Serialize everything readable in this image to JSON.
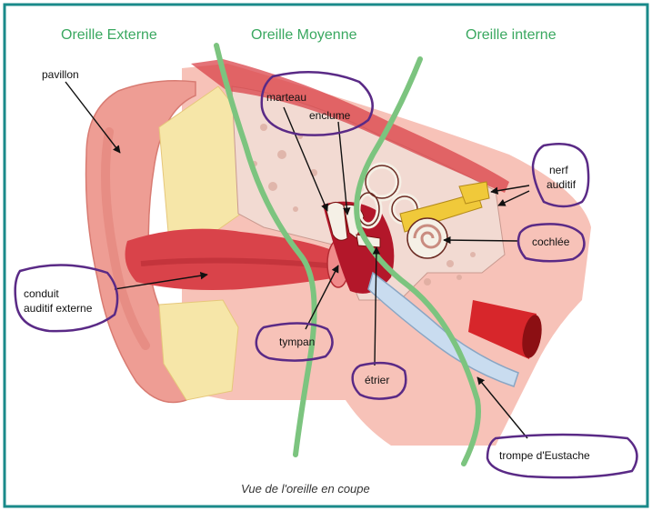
{
  "zones": {
    "outer": "Oreille Externe",
    "middle": "Oreille Moyenne",
    "inner": "Oreille interne"
  },
  "labels": {
    "pavillon": "pavillon",
    "marteau": "marteau",
    "enclume": "enclume",
    "nerf_line1": "nerf",
    "nerf_line2": "auditif",
    "cochlee": "cochlée",
    "conduit_line1": "conduit",
    "conduit_line2": "auditif externe",
    "tympan": "tympan",
    "etrier": "étrier",
    "trompe": "trompe d'Eustache"
  },
  "caption": "Vue de l'oreille en coupe",
  "colors": {
    "frame": "#1a8a8a",
    "zone_text": "#3aa860",
    "divider": "#7cc47f",
    "circle": "#5a2a86",
    "flesh": "#f3a9a0",
    "canal": "#d9434a",
    "cartilage": "#f6e6a8",
    "bone": "#f2dad2"
  }
}
